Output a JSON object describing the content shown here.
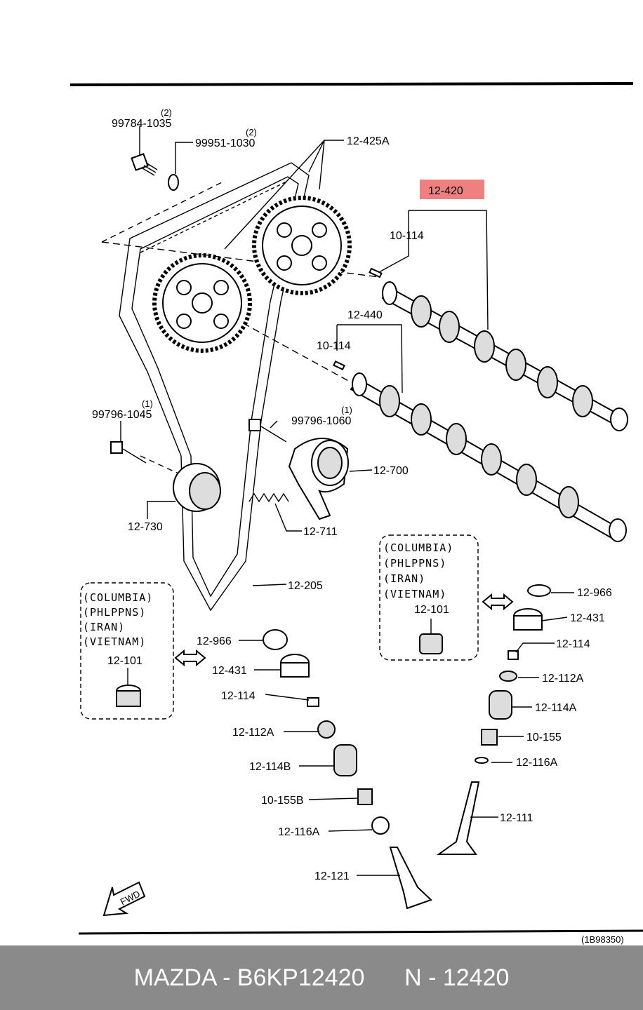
{
  "highlight_color": "#f08080",
  "callouts": {
    "bolt_top": "99784-1035",
    "bolt_top_qty": "(2)",
    "washer_top": "99951-1030",
    "washer_top_qty": "(2)",
    "pulley": "12-425A",
    "camshaft_highlight": "12-420",
    "pin_upper": "10-114",
    "camshaft_lower": "12-440",
    "pin_lower": "10-114",
    "bolt_left": "99796-1045",
    "bolt_left_qty": "(1)",
    "bolt_mid": "99796-1060",
    "bolt_mid_qty": "(1)",
    "tensioner": "12-700",
    "idler": "12-730",
    "spring": "12-711",
    "belt": "12-205",
    "r_shim": "12-966",
    "r_tappet": "12-431",
    "r_key": "12-114",
    "r_seat": "12-112A",
    "r_spring": "12-114A",
    "r_seal": "10-155",
    "r_washer": "12-116A",
    "r_valve": "12-111",
    "l_shim": "12-966",
    "l_tappet": "12-431",
    "l_key": "12-114",
    "l_seat": "12-112A",
    "l_spring": "12-114B",
    "l_seal": "10-155B",
    "l_washer": "12-116A",
    "l_valve": "12-121",
    "r_insert": "12-101",
    "l_insert": "12-101",
    "diagram_code": "(1B98350)"
  },
  "regions_right": [
    "(COLUMBIA)",
    "(PHLPPNS)",
    "(IRAN)",
    "(VIETNAM)"
  ],
  "regions_left": [
    "(COLUMBIA)",
    "(PHLPPNS)",
    "(IRAN)",
    "(VIETNAM)"
  ],
  "fwd_label": "FWD",
  "footer": {
    "brand_part": "MAZDA - B6KP12420",
    "ref": "N - 12420"
  }
}
